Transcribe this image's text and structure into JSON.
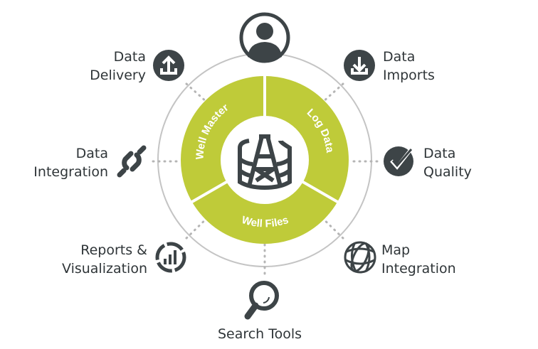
{
  "colors": {
    "accent": "#bfcb39",
    "icon": "#3d4447",
    "ring": "#c4c4c4"
  },
  "center": {
    "icon": "oil-rig-database-icon",
    "segments": [
      "Well Master",
      "Log Data",
      "Well Files"
    ]
  },
  "top_icon": "user-icon",
  "nodes": [
    {
      "line1": "Data",
      "line2": "Delivery",
      "icon": "upload-icon"
    },
    {
      "line1": "Data",
      "line2": "Imports",
      "icon": "download-icon"
    },
    {
      "line1": "Data",
      "line2": "Integration",
      "icon": "link-icon"
    },
    {
      "line1": "Data",
      "line2": "Quality",
      "icon": "checkmark-icon"
    },
    {
      "line1": "Reports &",
      "line2": "Visualization",
      "icon": "bar-chart-icon"
    },
    {
      "line1": "Map",
      "line2": "Integration",
      "icon": "globe-icon"
    },
    {
      "line1": "Search Tools",
      "icon": "magnifier-icon"
    }
  ]
}
